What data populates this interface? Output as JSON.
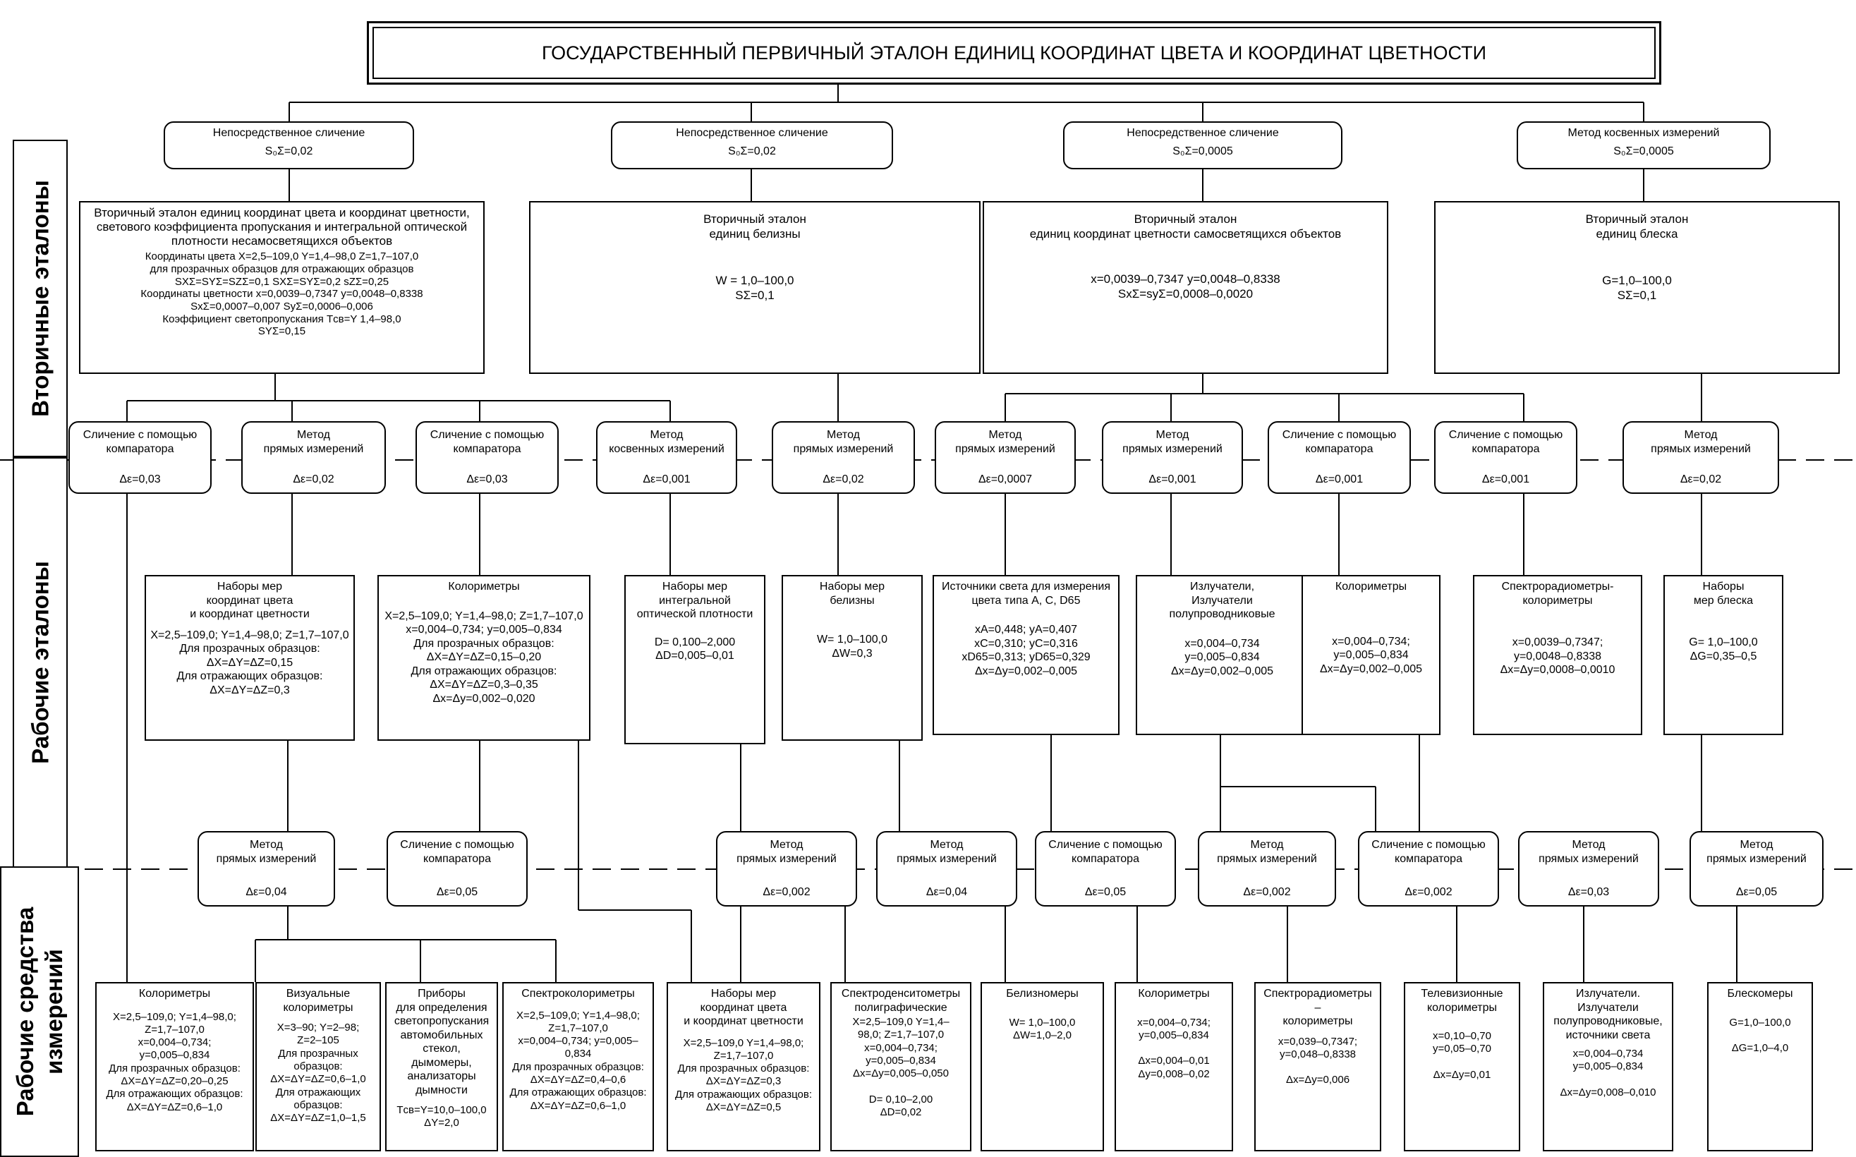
{
  "title": "ГОСУДАРСТВЕННЫЙ ПЕРВИЧНЫЙ ЭТАЛОН ЕДИНИЦ КООРДИНАТ ЦВЕТА И КООРДИНАТ ЦВЕТНОСТИ",
  "side_labels": {
    "secondary": "Вторичные эталоны",
    "working": "Рабочие эталоны",
    "means": "Рабочие средства\nизмерений"
  },
  "top_methods": [
    {
      "label": "Непосредственное  сличение",
      "value": "S₀Σ=0,02"
    },
    {
      "label": "Непосредственное  сличение",
      "value": "S₀Σ=0,02"
    },
    {
      "label": "Непосредственное  сличение",
      "value": "S₀Σ=0,0005"
    },
    {
      "label": "Метод косвенных измерений",
      "value": "S₀Σ=0,0005"
    }
  ],
  "secondary_standards": [
    {
      "heading": "Вторичный эталон единиц координат цвета и координат цветности, светового коэффициента пропускания и интегральной оптической плотности несамосветящихся объектов",
      "body": "Координаты цвета X=2,5–109,0  Y=1,4–98,0  Z=1,7–107,0\nдля прозрачных образцов          для отражающих образцов\nSXΣ=SYΣ=SZΣ=0,1                    SXΣ=SYΣ=0,2  sZΣ=0,25\nКоординаты цветности x=0,0039–0,7347  y=0,0048–0,8338\nSxΣ=0,0007–0,007  SyΣ=0,0006–0,006\nКоэффициент светопропускания Tсв=Y 1,4–98,0\nSYΣ=0,15"
    },
    {
      "heading": "Вторичный эталон\nединиц белизны",
      "body": "W = 1,0–100,0\nSΣ=0,1"
    },
    {
      "heading": "Вторичный эталон\nединиц координат цветности самосветящихся объектов",
      "body": "x=0,0039–0,7347   y=0,0048–0,8338\nSxΣ=syΣ=0,0008–0,0020"
    },
    {
      "heading": "Вторичный эталон\nединиц блеска",
      "body": "G=1,0–100,0\nSΣ=0,1"
    }
  ],
  "mid_methods": [
    {
      "label": "Сличение с помощью\nкомпаратора",
      "value": "Δε=0,03"
    },
    {
      "label": "Метод\nпрямых измерений",
      "value": "Δε=0,02"
    },
    {
      "label": "Сличение с помощью\nкомпаратора",
      "value": "Δε=0,03"
    },
    {
      "label": "Метод\nкосвенных измерений",
      "value": "Δε=0,001"
    },
    {
      "label": "Метод\nпрямых измерений",
      "value": "Δε=0,02"
    },
    {
      "label": "Метод\nпрямых измерений",
      "value": "Δε=0,0007"
    },
    {
      "label": "Метод\nпрямых измерений",
      "value": "Δε=0,001"
    },
    {
      "label": "Сличение с помощью\nкомпаратора",
      "value": "Δε=0,001"
    },
    {
      "label": "Сличение с помощью\nкомпаратора",
      "value": "Δε=0,001"
    },
    {
      "label": "Метод\nпрямых измерений",
      "value": "Δε=0,02"
    }
  ],
  "working_standards": [
    {
      "heading": "Наборы мер\nкоординат цвета\nи координат цветности",
      "body": "X=2,5–109,0; Y=1,4–98,0; Z=1,7–107,0\nДля прозрачных образцов:\nΔX=ΔY=ΔZ=0,15\nДля отражающих образцов:\nΔX=ΔY=ΔZ=0,3"
    },
    {
      "heading": "Колориметры",
      "body": "X=2,5–109,0; Y=1,4–98,0; Z=1,7–107,0\nx=0,004–0,734; y=0,005–0,834\nДля прозрачных образцов:\nΔX=ΔY=ΔZ=0,15–0,20\nДля отражающих образцов:\nΔX=ΔY=ΔZ=0,3–0,35\nΔx=Δy=0,002–0,020"
    },
    {
      "heading": "Наборы мер\nинтегральной\nоптической плотности",
      "body": "D= 0,100–2,000\nΔD=0,005–0,01"
    },
    {
      "heading": "Наборы мер\nбелизны",
      "body": "W= 1,0–100,0\nΔW=0,3"
    },
    {
      "heading": "Источники света для измерения\nцвета типа A, C, D65",
      "body": "xA=0,448; yA=0,407\nxC=0,310;  yC=0,316\nxD65=0,313; yD65=0,329\nΔx=Δy=0,002–0,005"
    },
    {
      "heading": "Излучатели,\nИзлучатели\nполупроводниковые",
      "body": "x=0,004–0,734\ny=0,005–0,834\nΔx=Δy=0,002–0,005"
    },
    {
      "heading": "Колориметры",
      "body": "x=0,004–0,734;\ny=0,005–0,834\nΔx=Δy=0,002–0,005"
    },
    {
      "heading": "Спектрорадиометры-\nколориметры",
      "body": "x=0,0039–0,7347;\ny=0,0048–0,8338\nΔx=Δy=0,0008–0,0010"
    },
    {
      "heading": "Наборы\nмер блеска",
      "body": "G= 1,0–100,0\nΔG=0,35–0,5"
    }
  ],
  "low_methods": [
    {
      "label": "Метод\nпрямых измерений",
      "value": "Δε=0,04"
    },
    {
      "label": "Сличение с помощью\nкомпаратора",
      "value": "Δε=0,05"
    },
    {
      "label": "Метод\nпрямых измерений",
      "value": "Δε=0,002"
    },
    {
      "label": "Метод\nпрямых измерений",
      "value": "Δε=0,04"
    },
    {
      "label": "Сличение с помощью\nкомпаратора",
      "value": "Δε=0,05"
    },
    {
      "label": "Метод\nпрямых измерений",
      "value": "Δε=0,002"
    },
    {
      "label": "Сличение с помощью\nкомпаратора",
      "value": "Δε=0,002"
    },
    {
      "label": "Метод\nпрямых измерений",
      "value": "Δε=0,03"
    },
    {
      "label": "Метод\nпрямых измерений",
      "value": "Δε=0,05"
    }
  ],
  "means": [
    {
      "heading": "Колориметры",
      "body": "X=2,5–109,0; Y=1,4–98,0;\nZ=1,7–107,0\nx=0,004–0,734;\ny=0,005–0,834\nДля прозрачных образцов:\nΔX=ΔY=ΔZ=0,20–0,25\nДля отражающих образцов:\nΔX=ΔY=ΔZ=0,6–1,0"
    },
    {
      "heading": "Визуальные\nколориметры",
      "body": "X=3–90; Y=2–98;\nZ=2–105\nДля прозрачных\nобразцов:\nΔX=ΔY=ΔZ=0,6–1,0\nДля отражающих\nобразцов:\nΔX=ΔY=ΔZ=1,0–1,5"
    },
    {
      "heading": "Приборы\nдля определения\nсветопропускания\nавтомобильных\nстекол,\nдымомеры,\nанализаторы\nдымности",
      "body": "Tсв=Y=10,0–100,0\nΔY=2,0"
    },
    {
      "heading": "Спектроколориметры",
      "body": "X=2,5–109,0; Y=1,4–98,0;\nZ=1,7–107,0\nx=0,004–0,734; y=0,005–\n0,834\nДля прозрачных образцов:\nΔX=ΔY=ΔZ=0,4–0,6\nДля отражающих образцов:\nΔX=ΔY=ΔZ=0,6–1,0"
    },
    {
      "heading": "Наборы мер\nкоординат цвета\nи координат цветности",
      "body": "X=2,5–109,0  Y=1,4–98,0;\nZ=1,7–107,0\nДля прозрачных образцов:\nΔX=ΔY=ΔZ=0,3\nДля отражающих образцов:\nΔX=ΔY=ΔZ=0,5"
    },
    {
      "heading": "Спектроденситометры\nполиграфические",
      "body": "X=2,5–109,0  Y=1,4–\n98,0; Z=1,7–107,0\nx=0,004–0,734;\ny=0,005–0,834\nΔx=Δy=0,005–0,050\n\nD= 0,10–2,00\nΔD=0,02"
    },
    {
      "heading": "Белизномеры",
      "body": "W= 1,0–100,0\nΔW=1,0–2,0"
    },
    {
      "heading": "Колориметры",
      "body": "x=0,004–0,734;\ny=0,005–0,834\n\nΔx=0,004–0,01\nΔy=0,008–0,02"
    },
    {
      "heading": "Спектрорадиометры\n–\nколориметры",
      "body": "x=0,039–0,7347;\ny=0,048–0,8338\n\nΔx=Δy=0,006"
    },
    {
      "heading": "Телевизионные\nколориметры",
      "body": "x=0,10–0,70\ny=0,05–0,70\n\nΔx=Δy=0,01"
    },
    {
      "heading": "Излучатели.\nИзлучатели\nполупроводниковые,\nисточники света",
      "body": "x=0,004–0,734\ny=0,005–0,834\n\nΔx=Δy=0,008–0,010"
    },
    {
      "heading": "Блескомеры",
      "body": "G=1,0–100,0\n\nΔG=1,0–4,0"
    }
  ]
}
